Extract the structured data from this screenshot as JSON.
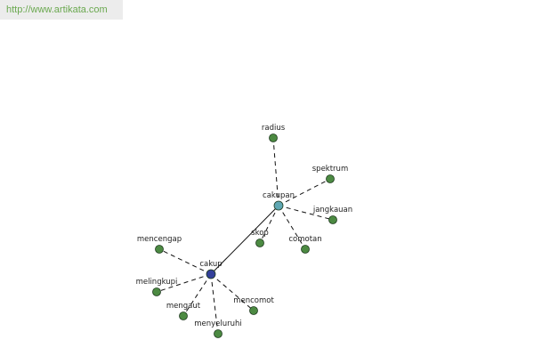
{
  "source": {
    "url_text": "http://www.artikata.com"
  },
  "colors": {
    "leaf": "#4c8a42",
    "hub": "#5fa7b3",
    "root": "#33409a",
    "stroke": "#1e3a1e"
  },
  "diagram": {
    "root_label": "cakup",
    "hub_label": "cakupan",
    "hub_leaves": [
      "radius",
      "spektrum",
      "jangkauan",
      "comotan",
      "skop"
    ],
    "root_leaves": [
      "mencengap",
      "melingkupi",
      "mengaut",
      "menyeluruhi",
      "mencomot"
    ]
  }
}
